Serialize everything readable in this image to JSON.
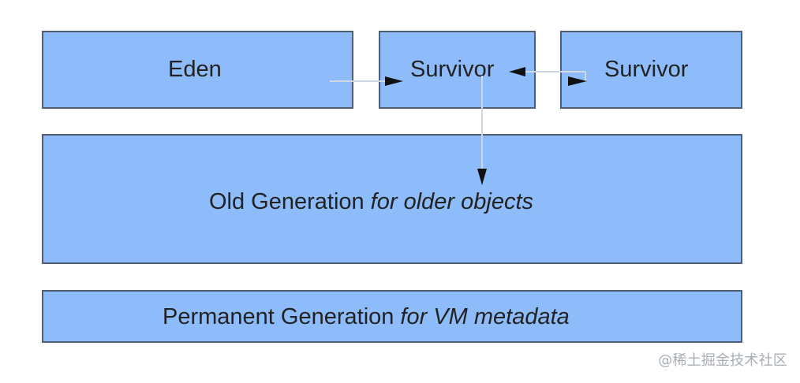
{
  "diagram": {
    "eden_label": "Eden",
    "survivor_left_label": "Survivor",
    "survivor_right_label": "Survivor",
    "old_generation_label": "Old Generation",
    "old_generation_note": "for older objects",
    "permanent_generation_label": "Permanent Generation",
    "permanent_generation_note": "for VM metadata"
  },
  "watermark": {
    "text": "@稀土掘金技术社区"
  },
  "colors": {
    "region_fill": "#8ebcfa",
    "region_border": "#4f5e73",
    "text": "#222222",
    "connector": "#d0d8e3",
    "arrowhead": "#111111",
    "watermark": "#a8adb5"
  }
}
